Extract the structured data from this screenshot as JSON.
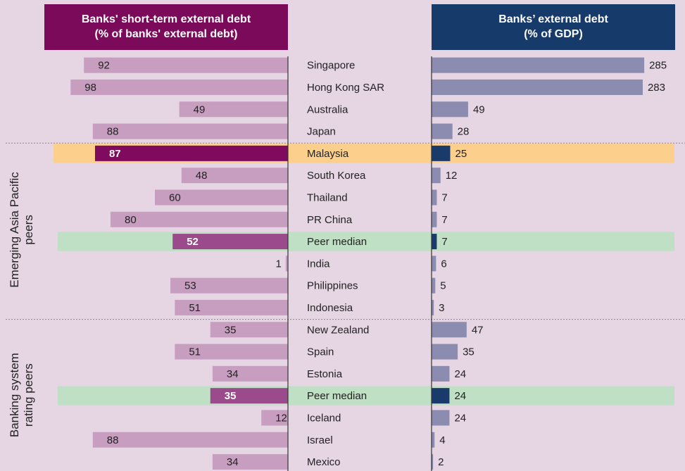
{
  "chart_data": {
    "type": "bar",
    "left_header": [
      "Banks' short-term external debt",
      "(% of banks' external debt)"
    ],
    "right_header": [
      "Banks’ external debt",
      "(% of GDP)"
    ],
    "groups": [
      {
        "label": [],
        "start": 0,
        "end": 4
      },
      {
        "label": [
          "Emerging Asia Pacific",
          "peers"
        ],
        "start": 4,
        "end": 12
      },
      {
        "label": [
          "Banking system",
          "rating peers"
        ],
        "start": 12,
        "end": 19
      }
    ],
    "categories": [
      "Singapore",
      "Hong Kong SAR",
      "Australia",
      "Japan",
      "Malaysia",
      "South Korea",
      "Thailand",
      "PR China",
      "Peer median",
      "India",
      "Philippines",
      "Indonesia",
      "New Zealand",
      "Spain",
      "Estonia",
      "Peer median",
      "Iceland",
      "Israel",
      "Mexico"
    ],
    "left_values": [
      92,
      98,
      49,
      88,
      87,
      48,
      60,
      80,
      52,
      1,
      53,
      51,
      35,
      51,
      34,
      35,
      12,
      88,
      34
    ],
    "right_values": [
      285,
      283,
      49,
      28,
      25,
      12,
      7,
      7,
      7,
      6,
      5,
      3,
      47,
      35,
      24,
      24,
      24,
      4,
      2
    ],
    "highlights": [
      "none",
      "none",
      "none",
      "none",
      "focus",
      "none",
      "none",
      "none",
      "median",
      "none",
      "none",
      "none",
      "none",
      "none",
      "none",
      "median",
      "none",
      "none",
      "none"
    ],
    "colors": {
      "background": "#e6d5e3",
      "left_header_bg": "#7b0a5a",
      "right_header_bg": "#163b6b",
      "left_bar": "#c79dc0",
      "left_bar_highlight": "#800b5e",
      "left_bar_median": "#9b4b8b",
      "right_bar": "#8b8caf",
      "right_bar_highlight": "#1a3a6b",
      "focus_band": "#fcd08c",
      "median_band": "#bfe0c4"
    }
  }
}
